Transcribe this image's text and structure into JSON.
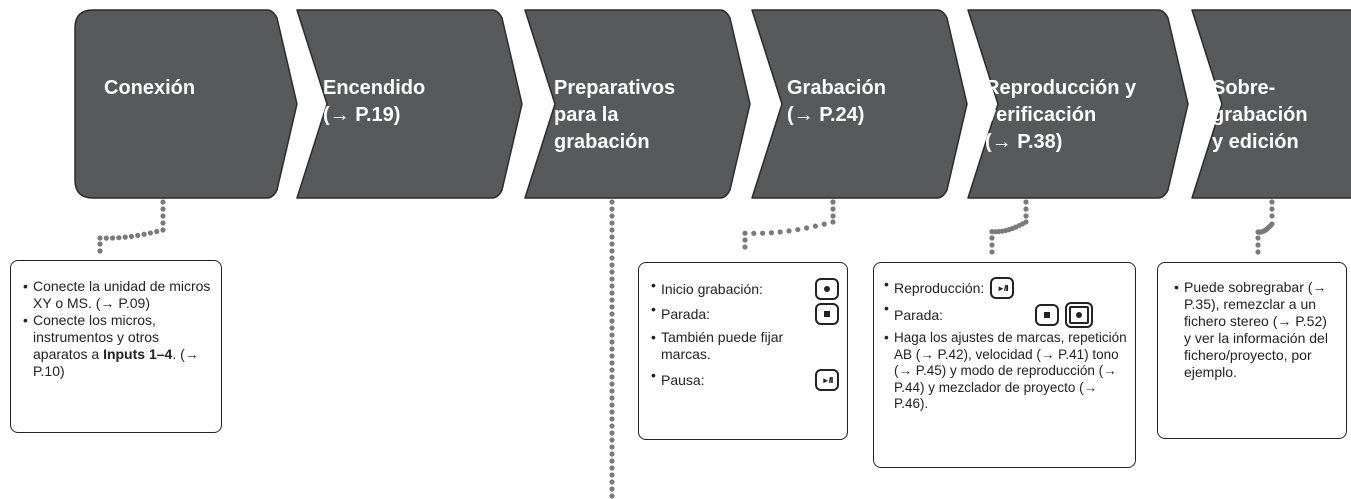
{
  "steps": [
    {
      "title": "Conexión"
    },
    {
      "title": "Encendido\n(→ P.19)"
    },
    {
      "title": "Preparativos\npara la\ngrabación"
    },
    {
      "title": "Grabación\n(→ P.24)"
    },
    {
      "title": "Reproducción y\nverificación\n(→ P.38)"
    },
    {
      "title": "Sobre-\ngrabación\ny edición"
    }
  ],
  "notes": {
    "conexion": {
      "item1": "Conecte la unidad de micros XY o MS. (→ P.09)",
      "item2_a": "Conecte los micros, instrumentos y otros aparatos a ",
      "item2_b": "Inputs 1–4",
      "item2_c": ". (→ P.10)"
    },
    "grabacion": {
      "inicio": "Inicio grabación:",
      "parada": "Parada:",
      "marcas": "También puede fijar marcas.",
      "pausa": "Pausa:"
    },
    "reproduccion": {
      "reproduccion": "Reproducción:",
      "parada": "Parada:",
      "ajustes": "Haga los ajustes de marcas, repetición AB (→ P.42), velocidad (→ P.41) tono (→ P.45) y modo de reproducción (→ P.44) y mezclador de proyecto (→ P.46)."
    },
    "sobregrabacion": {
      "texto": "Puede sobregrabar (→ P.35), remezclar a un fichero stereo (→ P.52) y ver la información del fichero/proyecto, por ejemplo."
    }
  },
  "key_glyphs": {
    "play_pause": "►/II"
  },
  "colors": {
    "step_fill": "#58595b",
    "step_stroke": "#2b2b2b",
    "dots": "#7a7a7a"
  }
}
